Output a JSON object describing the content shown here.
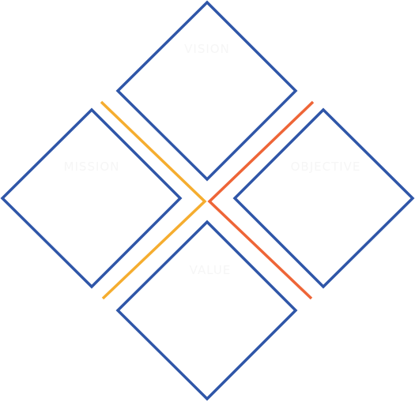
{
  "diagram": {
    "labels": {
      "vision": "VISION",
      "mission": "MISSION",
      "objective": "OBJECTIVE",
      "value": "VALUE"
    },
    "colors": {
      "diamond_stroke": "#2f56a8",
      "label_text": "#f6f6f6",
      "yellow_line": "#f5ad2f",
      "orange_line": "#ee6537",
      "background": "#ffffff"
    }
  }
}
